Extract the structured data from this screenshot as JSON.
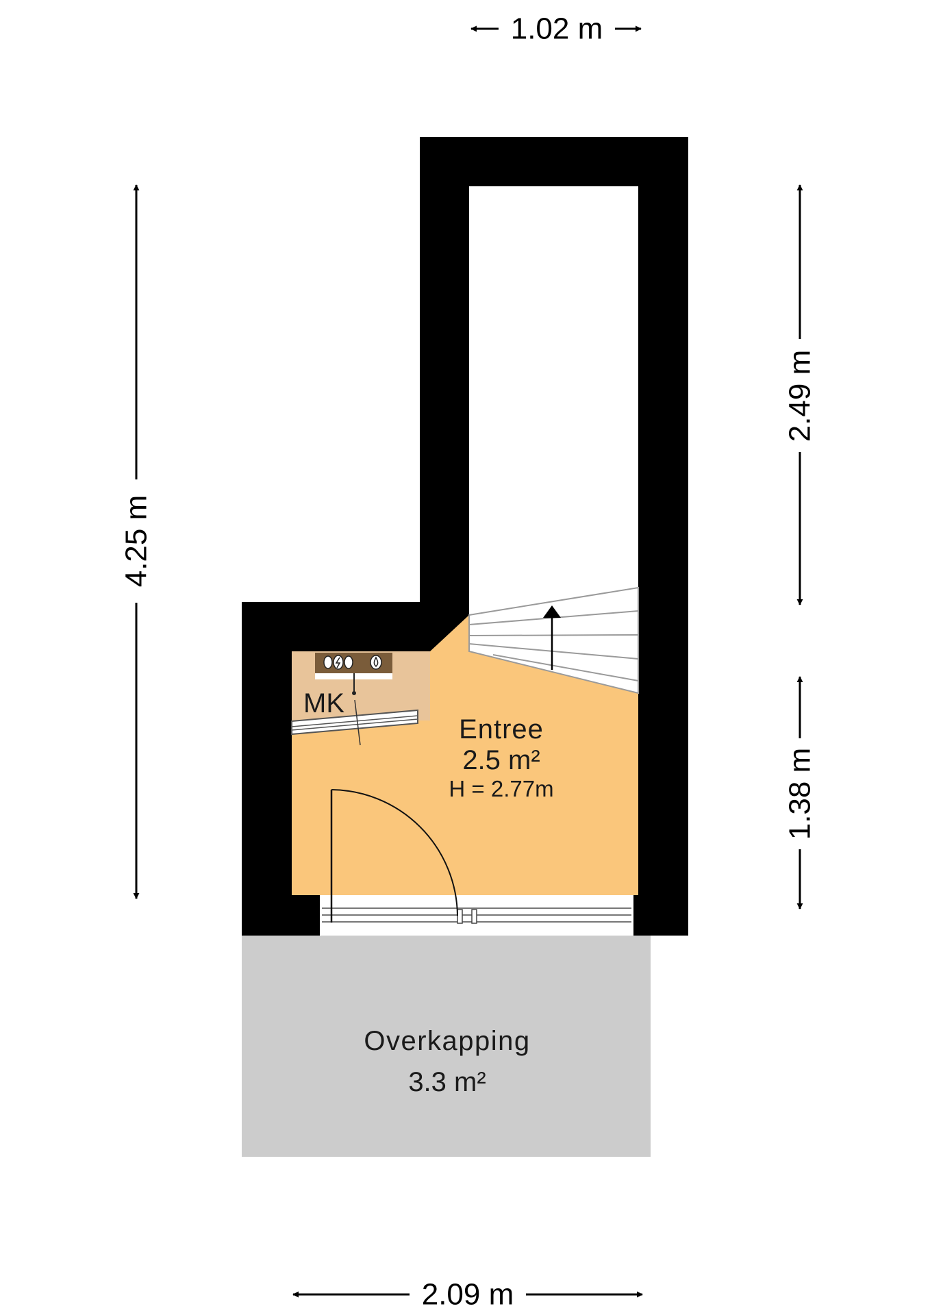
{
  "colors": {
    "wall": "#000000",
    "entree_floor": "#fac67b",
    "meterkast_floor": "#e8c49a",
    "overkapping_floor": "#cccccc",
    "background": "#ffffff"
  },
  "dimensions": {
    "top_width": "1.02 m",
    "bottom_width": "2.09 m",
    "left_height": "4.25 m",
    "right_upper_height": "2.49 m",
    "right_lower_height": "1.38 m"
  },
  "rooms": {
    "entree": {
      "name": "Entree",
      "area": "2.5 m²",
      "height": "H = 2.77m"
    },
    "meterkast": {
      "name": "MK"
    },
    "overkapping": {
      "name": "Overkapping",
      "area": "3.3 m²"
    }
  },
  "icons": {
    "stair_arrow": "arrow-up-icon",
    "meter_symbols": [
      "electricity-meter-icon",
      "electricity-bolt-icon",
      "water-meter-icon"
    ]
  }
}
